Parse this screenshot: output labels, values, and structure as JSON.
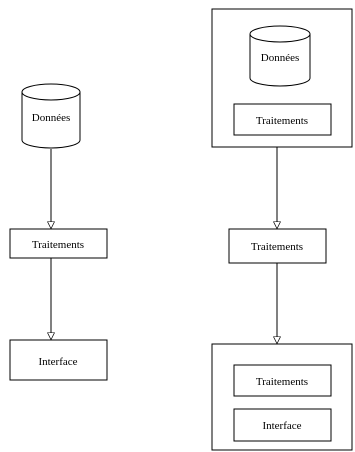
{
  "left_column": {
    "database_label": "Données",
    "processing_label": "Traitements",
    "interface_label": "Interface"
  },
  "right_column": {
    "top_group": {
      "database_label": "Données",
      "processing_label": "Traitements"
    },
    "middle_processing_label": "Traitements",
    "bottom_group": {
      "processing_label": "Traitements",
      "interface_label": "Interface"
    }
  },
  "colors": {
    "stroke": "#000000",
    "background": "#ffffff"
  }
}
